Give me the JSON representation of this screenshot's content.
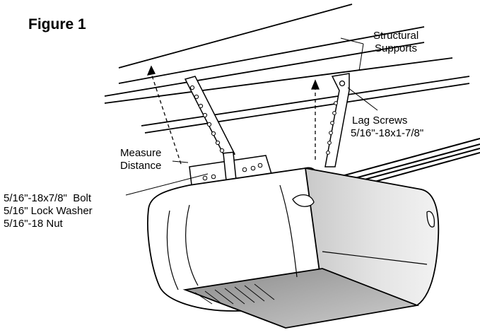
{
  "figure_title": "Figure 1",
  "labels": {
    "structural_supports": [
      "Structural",
      "Supports"
    ],
    "lag_screws": [
      "Lag Screws",
      "5/16\"-18x1-7/8\""
    ],
    "measure_distance": [
      "Measure",
      "Distance"
    ],
    "hardware": [
      "5/16\"-18x7/8\"  Bolt",
      "5/16\" Lock Washer",
      "5/16\"-18 Nut"
    ]
  }
}
